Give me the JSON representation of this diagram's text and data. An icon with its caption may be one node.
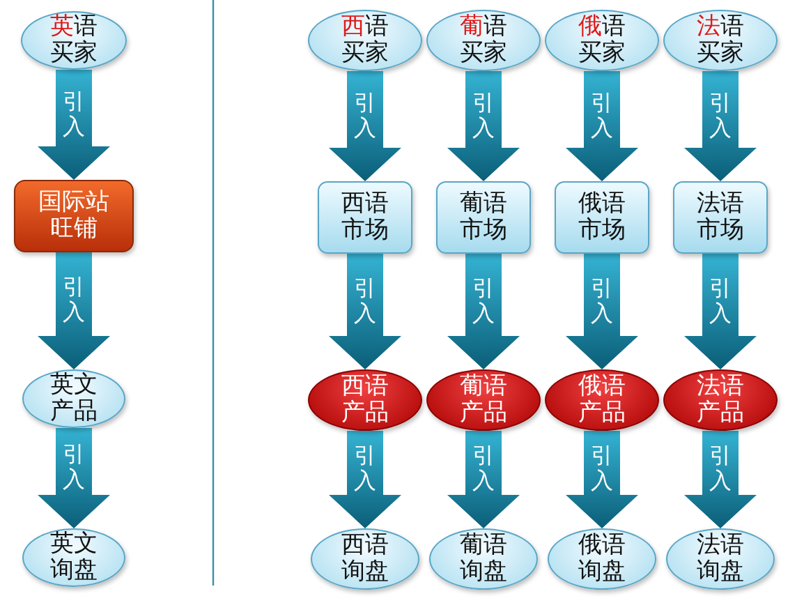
{
  "diagram": {
    "nodes": [
      {
        "text": [
          "英语买家"
        ]
      },
      {
        "text": [
          "国际站旺铺"
        ]
      },
      {
        "text": [
          "英文产品"
        ]
      },
      {
        "text": [
          "英文询盘"
        ]
      },
      {
        "text": [
          "西语买家"
        ]
      },
      {
        "text": [
          "葡语买家"
        ]
      },
      {
        "text": [
          "俄语买家"
        ]
      },
      {
        "text": [
          "法语买家"
        ]
      },
      {
        "text": [
          "西语市场"
        ]
      },
      {
        "text": [
          "葡语市场"
        ]
      },
      {
        "text": [
          "俄语市场"
        ]
      },
      {
        "text": [
          "法语市场"
        ]
      },
      {
        "text": [
          "西语产品"
        ]
      },
      {
        "text": [
          "葡语产品"
        ]
      },
      {
        "text": [
          "俄语产品"
        ]
      },
      {
        "text": [
          "法语产品"
        ]
      },
      {
        "text": [
          "西语询盘"
        ]
      },
      {
        "text": [
          "葡语询盘"
        ]
      },
      {
        "text": [
          "俄语询盘"
        ]
      },
      {
        "text": [
          "法语询盘"
        ]
      }
    ],
    "edges": [
      {
        "from": 0,
        "to": 1,
        "arrow": "to",
        "label": "引入"
      },
      {
        "from": 1,
        "to": 2,
        "arrow": "to",
        "label": "引入"
      },
      {
        "from": 2,
        "to": 3,
        "arrow": "to",
        "label": "引入"
      },
      {
        "from": 4,
        "to": 8,
        "arrow": "to",
        "label": "引入"
      },
      {
        "from": 5,
        "to": 9,
        "arrow": "to",
        "label": "引入"
      },
      {
        "from": 6,
        "to": 10,
        "arrow": "to",
        "label": "引入"
      },
      {
        "from": 7,
        "to": 11,
        "arrow": "to",
        "label": "引入"
      },
      {
        "from": 8,
        "to": 12,
        "arrow": "to",
        "label": "引入"
      },
      {
        "from": 9,
        "to": 13,
        "arrow": "to",
        "label": "引入"
      },
      {
        "from": 10,
        "to": 14,
        "arrow": "to",
        "label": "引入"
      },
      {
        "from": 11,
        "to": 15,
        "arrow": "to",
        "label": "引入"
      },
      {
        "from": 12,
        "to": 16,
        "arrow": "to",
        "label": "引入"
      },
      {
        "from": 13,
        "to": 17,
        "arrow": "to",
        "label": "引入"
      },
      {
        "from": 14,
        "to": 18,
        "arrow": "to",
        "label": "引入"
      },
      {
        "from": 15,
        "to": 19,
        "arrow": "to",
        "label": "引入"
      }
    ]
  }
}
